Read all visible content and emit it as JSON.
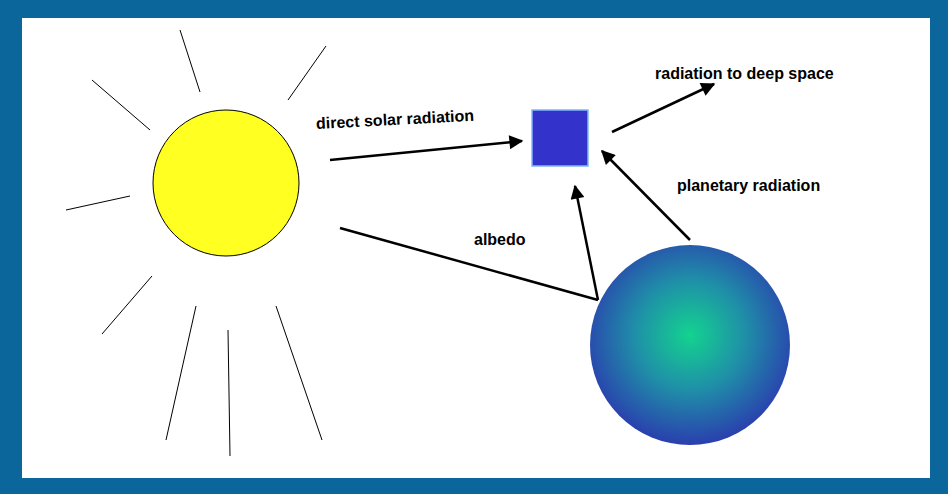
{
  "diagram": {
    "labels": [
      "direct solar radiation",
      "radiation to deep space",
      "planetary radiation",
      "albedo"
    ]
  }
}
